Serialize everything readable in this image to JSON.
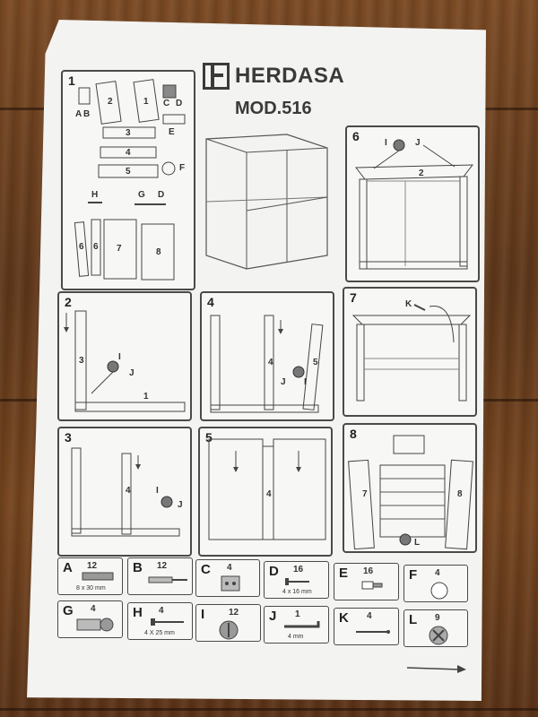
{
  "brand": {
    "name": "HERDASA",
    "model": "MOD.516"
  },
  "steps": [
    {
      "number": "1",
      "parts": [
        "A",
        "B",
        "2",
        "1",
        "C",
        "D",
        "3",
        "E",
        "4",
        "5",
        "F",
        "H",
        "G",
        "D",
        "6",
        "6",
        "7",
        "8"
      ]
    },
    {
      "number": "2",
      "parts": [
        "3",
        "I",
        "J",
        "1"
      ]
    },
    {
      "number": "3",
      "parts": [
        "4",
        "I",
        "J"
      ]
    },
    {
      "number": "4",
      "parts": [
        "4",
        "5",
        "J",
        "I"
      ]
    },
    {
      "number": "5",
      "parts": [
        "4"
      ]
    },
    {
      "number": "6",
      "parts": [
        "I",
        "J",
        "2"
      ]
    },
    {
      "number": "7",
      "parts": [
        "K"
      ]
    },
    {
      "number": "8",
      "parts": [
        "7",
        "8",
        "L"
      ]
    }
  ],
  "hardware": [
    {
      "letter": "A",
      "qty": "12",
      "size": "8 x 30 mm",
      "icon": "dowel-icon"
    },
    {
      "letter": "B",
      "qty": "12",
      "size": "",
      "icon": "screw-anchor-icon"
    },
    {
      "letter": "C",
      "qty": "4",
      "size": "",
      "icon": "hinge-plate-icon"
    },
    {
      "letter": "D",
      "qty": "16",
      "size": "4 x 16 mm",
      "icon": "short-screw-icon"
    },
    {
      "letter": "E",
      "qty": "16",
      "size": "",
      "icon": "pin-icon"
    },
    {
      "letter": "F",
      "qty": "4",
      "size": "",
      "icon": "round-pad-icon"
    },
    {
      "letter": "G",
      "qty": "4",
      "size": "",
      "icon": "hinge-icon"
    },
    {
      "letter": "H",
      "qty": "4",
      "size": "4 X 25 mm",
      "icon": "long-screw-icon"
    },
    {
      "letter": "I",
      "qty": "12",
      "size": "",
      "icon": "cam-lock-icon"
    },
    {
      "letter": "J",
      "qty": "1",
      "size": "4 mm",
      "icon": "allen-key-icon"
    },
    {
      "letter": "K",
      "qty": "4",
      "size": "",
      "icon": "nail-icon"
    },
    {
      "letter": "L",
      "qty": "9",
      "size": "",
      "icon": "cam-bolt-icon"
    }
  ]
}
